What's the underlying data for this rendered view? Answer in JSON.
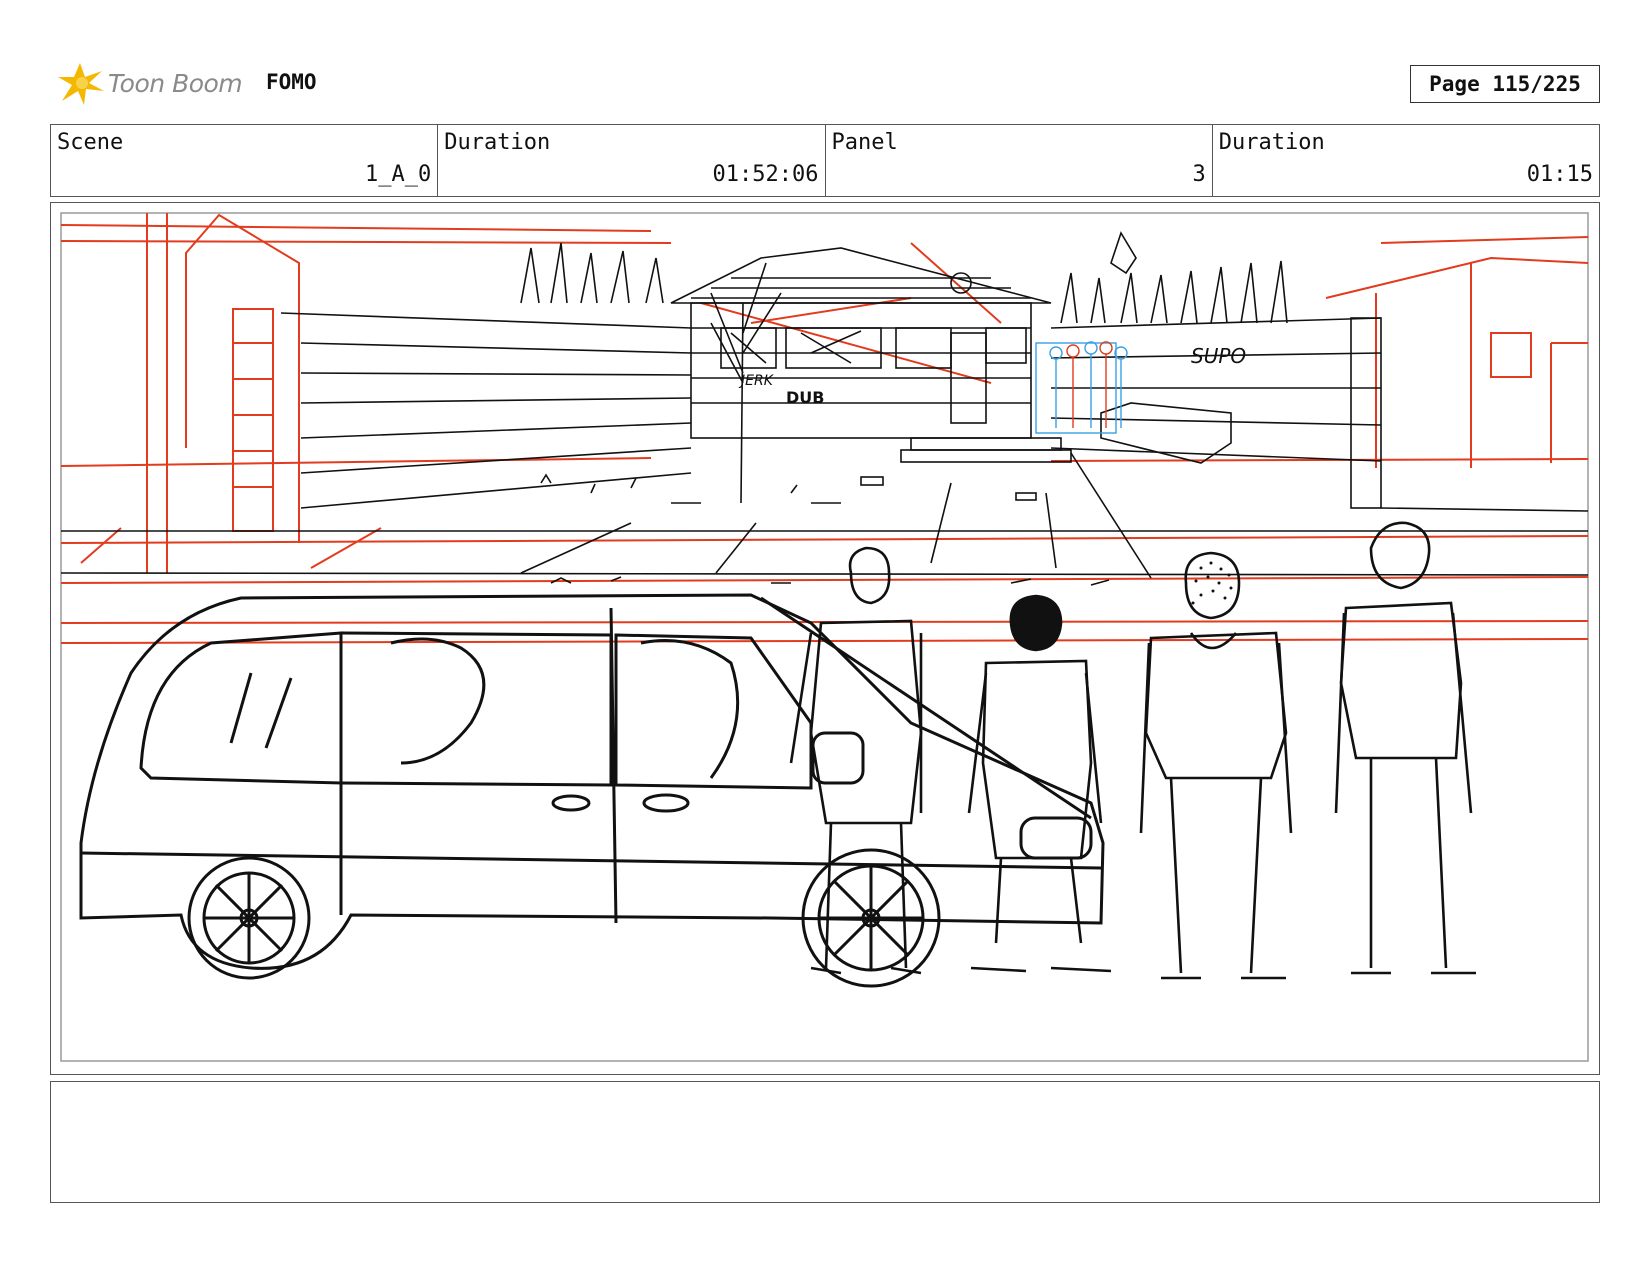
{
  "header": {
    "brand": "Toon Boom",
    "project": "FOMO",
    "page": "Page 115/225"
  },
  "info": {
    "scene_label": "Scene",
    "scene_value": "1_A_0",
    "duration_label": "Duration",
    "duration_value": "01:52:06",
    "panel_label": "Panel",
    "panel_value": "3",
    "panel_duration_label": "Duration",
    "panel_duration_value": "01:15"
  },
  "sketch": {
    "graffiti": [
      "JERK",
      "DUB",
      "SUPO"
    ],
    "colors": {
      "line": "#111111",
      "guide": "#e23b1e",
      "blue": "#3aa0e6"
    }
  },
  "notes": {
    "text": ""
  }
}
